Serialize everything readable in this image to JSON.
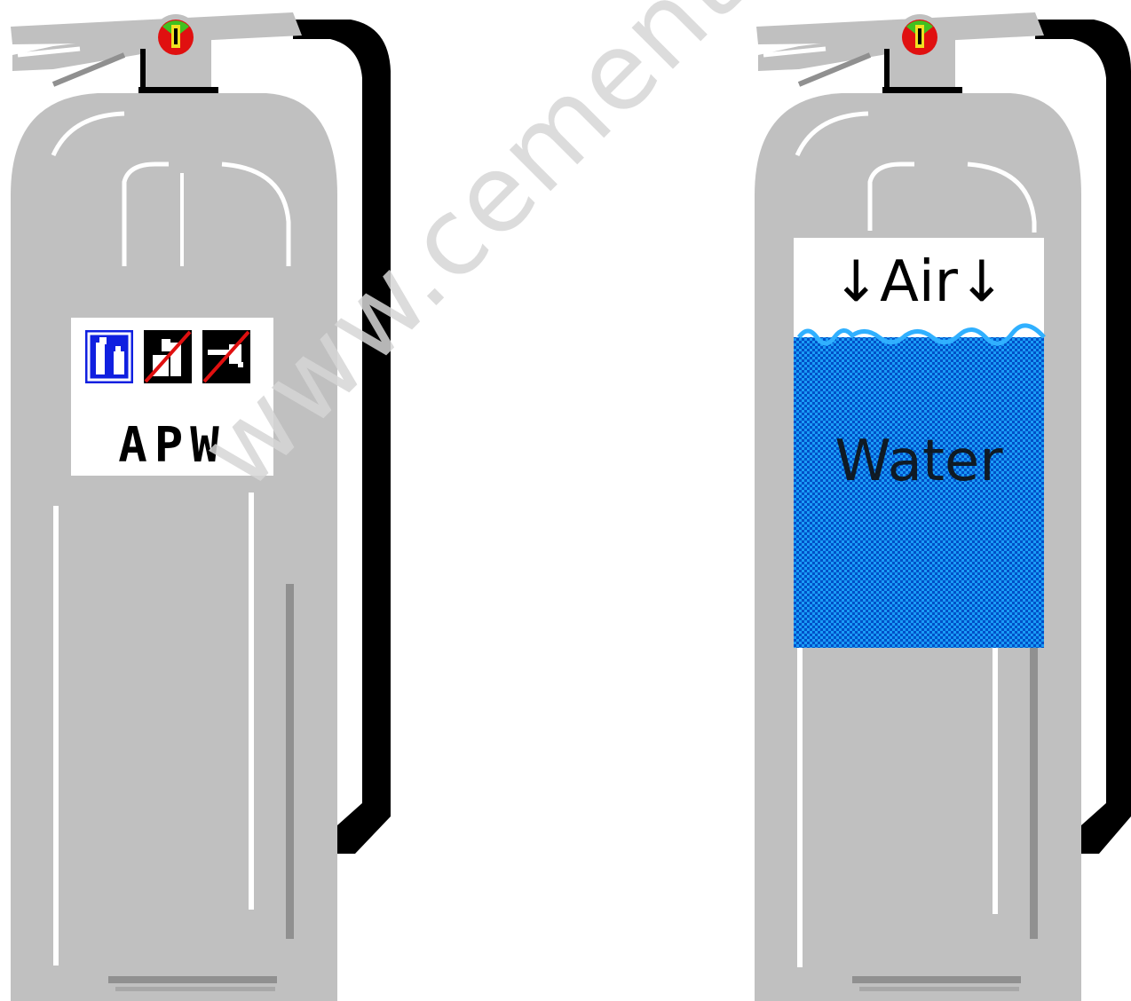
{
  "watermark": "www.cementechnology.ir",
  "extinguishers": [
    {
      "label_text": "APW",
      "pictograms": [
        "person-icon",
        "no-electric-icon",
        "no-oil-icon"
      ]
    },
    {
      "air_label": "↓Air↓",
      "water_label": "Water",
      "water_fill_fraction": 0.88
    }
  ],
  "colors": {
    "body": "#c0c0c0",
    "handle": "#000000",
    "highlight": "#ffffff",
    "shade": "#909090",
    "water": "#0a8cf0",
    "gauge_red": "#e01010",
    "gauge_green": "#40c020",
    "gauge_yellow": "#f0e020",
    "pictogram_blue": "#1020e0"
  }
}
